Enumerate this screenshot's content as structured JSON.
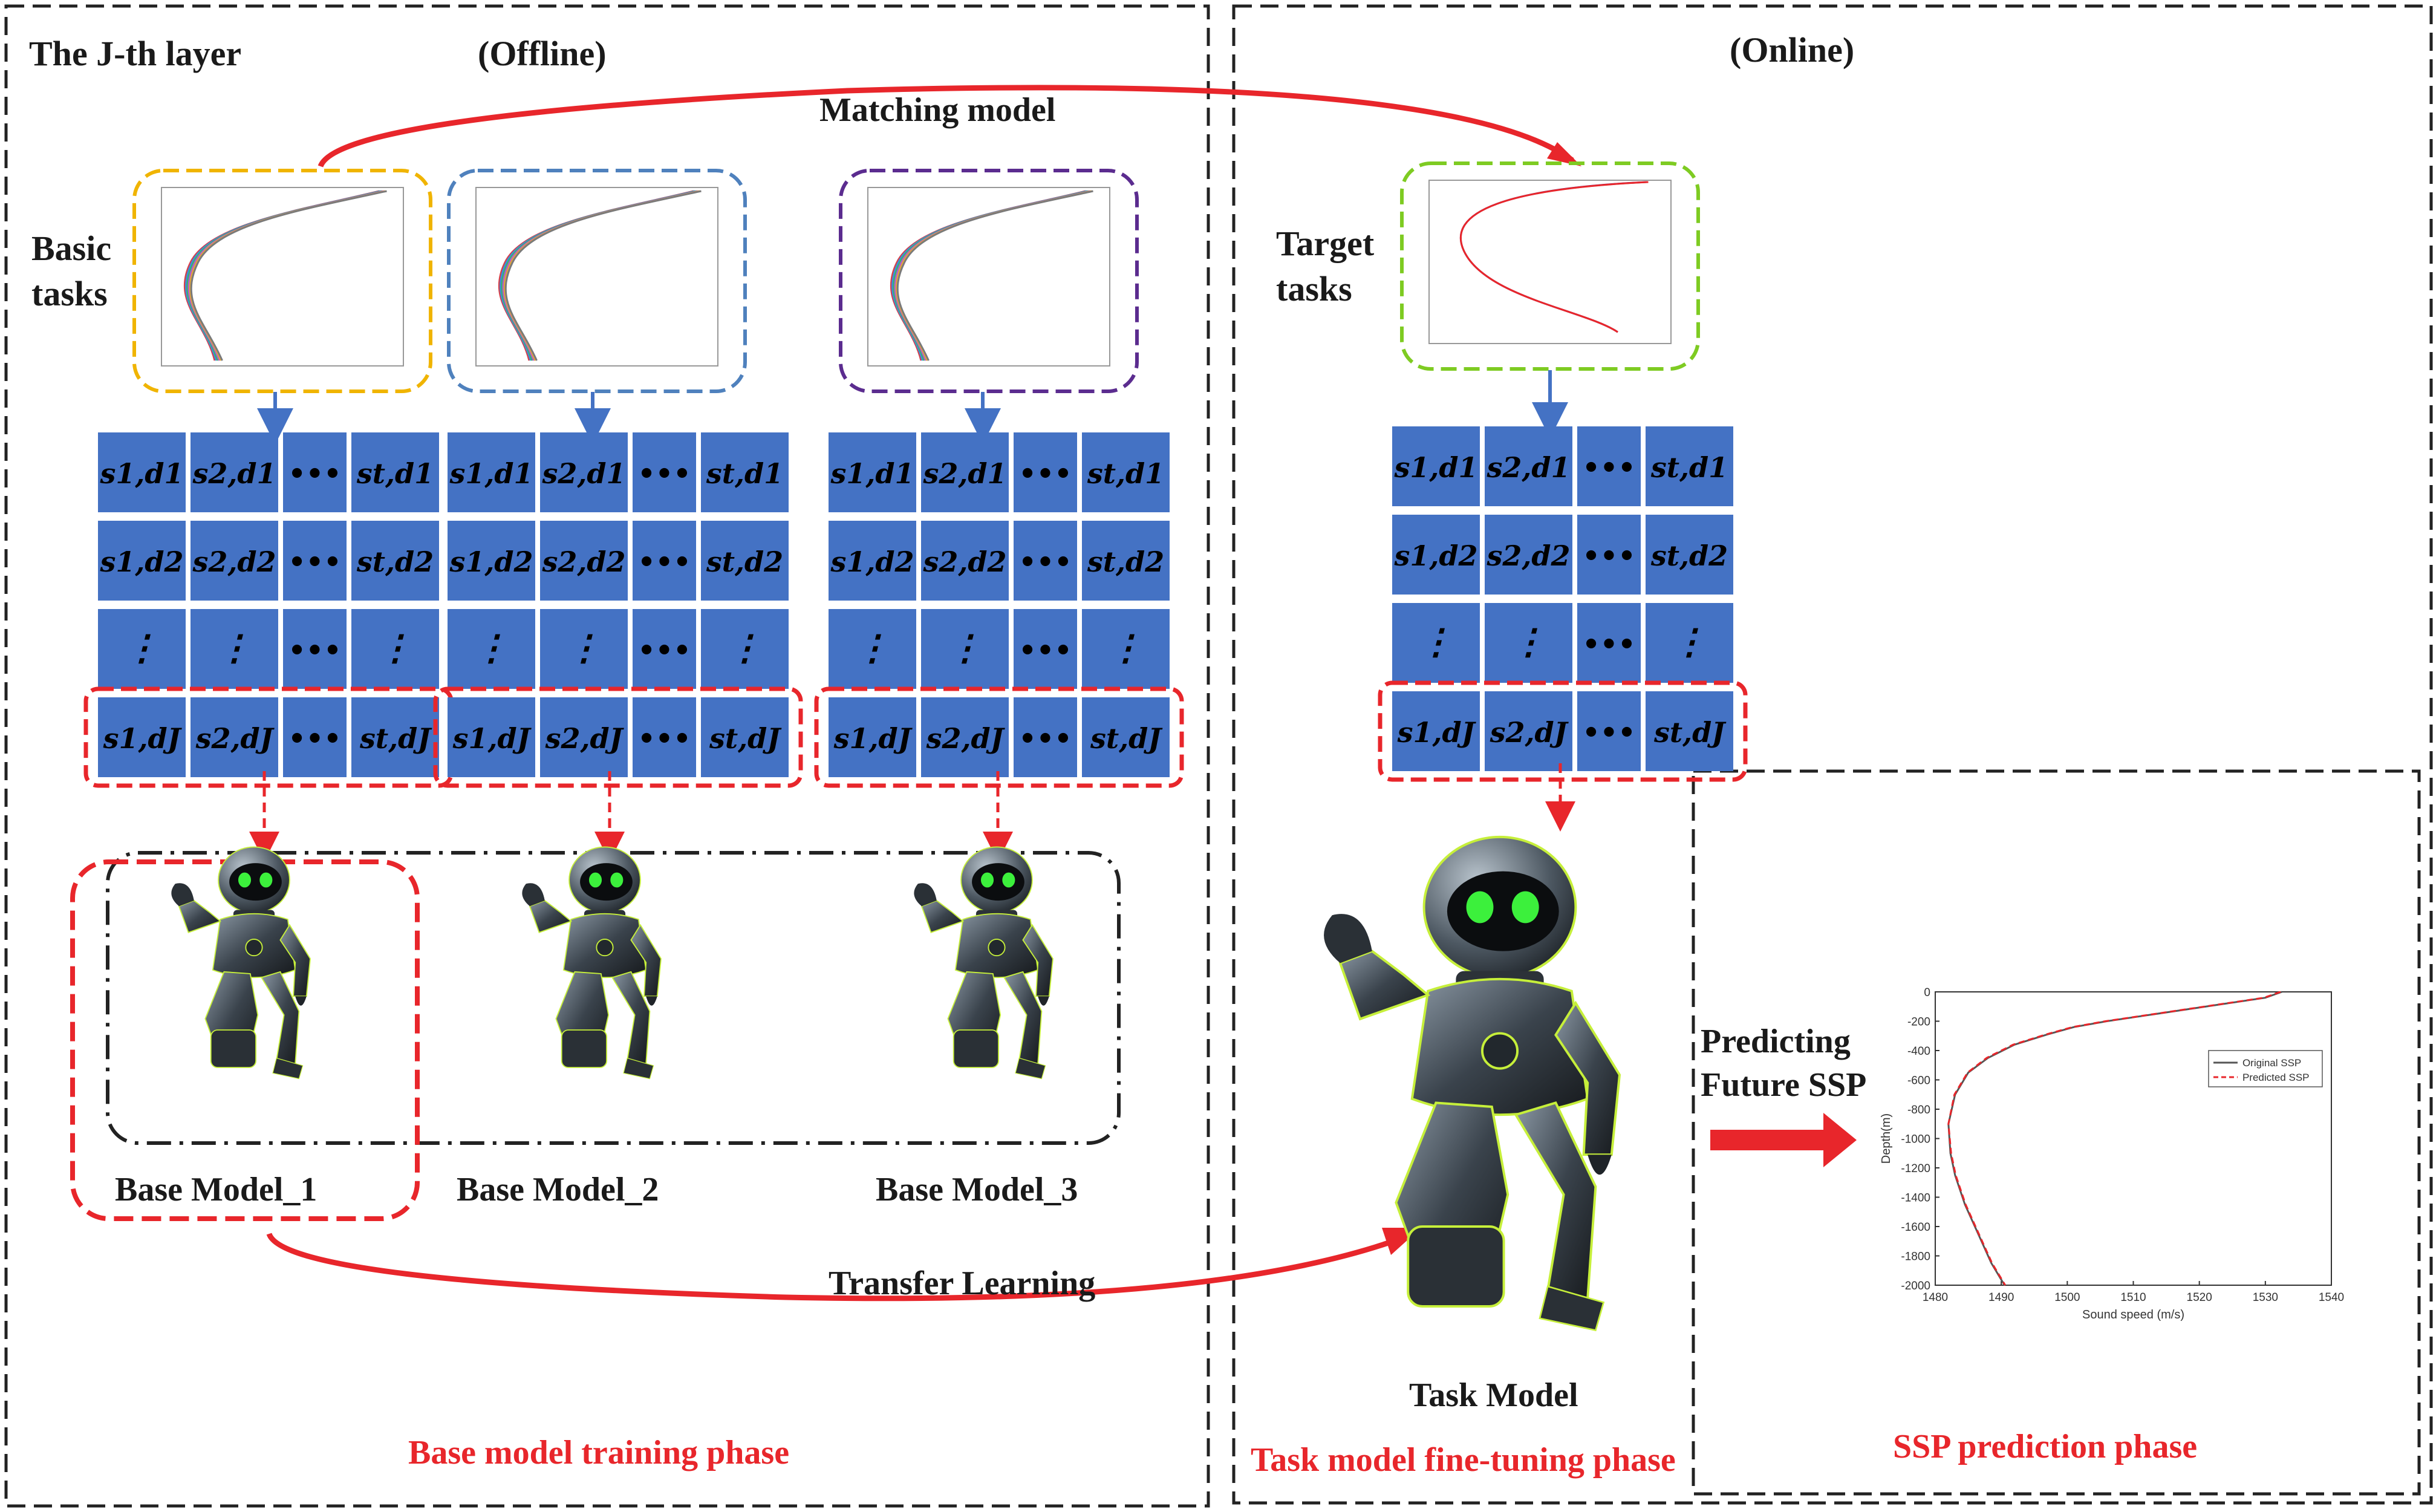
{
  "panels": {
    "left": {
      "layer_label": "The J-th layer",
      "mode_label": "(Offline)",
      "phase_label": "Base model training phase"
    },
    "right": {
      "mode_label": "(Online)",
      "phase_label": "Task model fine-tuning phase"
    },
    "prediction": {
      "phase_label": "SSP prediction phase"
    }
  },
  "labels": {
    "matching_model": "Matching model",
    "basic_tasks_1": "Basic",
    "basic_tasks_2": "tasks",
    "target_tasks_1": "Target",
    "target_tasks_2": "tasks",
    "transfer_learning": "Transfer Learning",
    "predicting_1": "Predicting",
    "predicting_2": "Future SSP",
    "task_model": "Task Model"
  },
  "base_models": [
    "Base Model_1",
    "Base Model_2",
    "Base Model_3"
  ],
  "grid": {
    "rows": [
      [
        "s1,d1",
        "s2,d1",
        "•••",
        "st,d1"
      ],
      [
        "s1,d2",
        "s2,d2",
        "•••",
        "st,d2"
      ],
      [
        "⋮",
        "⋮",
        "•••",
        "⋮"
      ],
      [
        "s1,dJ",
        "s2,dJ",
        "•••",
        "st,dJ"
      ]
    ]
  },
  "colors": {
    "cell": "#4472c4",
    "red": "#e8262b",
    "panel": "#222222",
    "thumb_orange": "#f0b400",
    "thumb_blue": "#4f81bd",
    "thumb_purple": "#5b2c8f",
    "thumb_green": "#7ecb22",
    "arrow_blue": "#4472c4"
  },
  "chart_data": {
    "type": "line",
    "xlabel": "Sound speed (m/s)",
    "ylabel": "Depth(m)",
    "xlim": [
      1480,
      1540
    ],
    "ylim": [
      -2000,
      0
    ],
    "xticks": [
      1480,
      1490,
      1500,
      1510,
      1520,
      1530,
      1540
    ],
    "yticks": [
      0,
      -200,
      -400,
      -600,
      -800,
      -1000,
      -1200,
      -1400,
      -1600,
      -1800,
      -2000
    ],
    "legend_position": "top-right",
    "series": [
      {
        "name": "Original SSP",
        "color": "#555555",
        "dash": "solid",
        "x": [
          1532.5,
          1530,
          1524,
          1518,
          1512,
          1506,
          1501,
          1497,
          1492,
          1488,
          1485,
          1483,
          1482,
          1482.3,
          1483,
          1484.5,
          1486.5,
          1488.5,
          1490.5
        ],
        "y": [
          0,
          -40,
          -80,
          -120,
          -160,
          -200,
          -240,
          -290,
          -360,
          -450,
          -550,
          -700,
          -900,
          -1100,
          -1250,
          -1450,
          -1650,
          -1850,
          -2000
        ]
      },
      {
        "name": "Predicted SSP",
        "color": "#e8262b",
        "dash": "dashed",
        "x": [
          1532.3,
          1529.8,
          1523.8,
          1517.8,
          1511.8,
          1505.8,
          1500.8,
          1496.8,
          1491.8,
          1487.8,
          1484.9,
          1482.9,
          1482,
          1482.4,
          1483.1,
          1484.6,
          1486.6,
          1488.6,
          1490.6
        ],
        "y": [
          0,
          -40,
          -80,
          -120,
          -160,
          -200,
          -240,
          -290,
          -360,
          -450,
          -550,
          -700,
          -900,
          -1100,
          -1250,
          -1450,
          -1650,
          -1850,
          -2000
        ]
      }
    ]
  }
}
